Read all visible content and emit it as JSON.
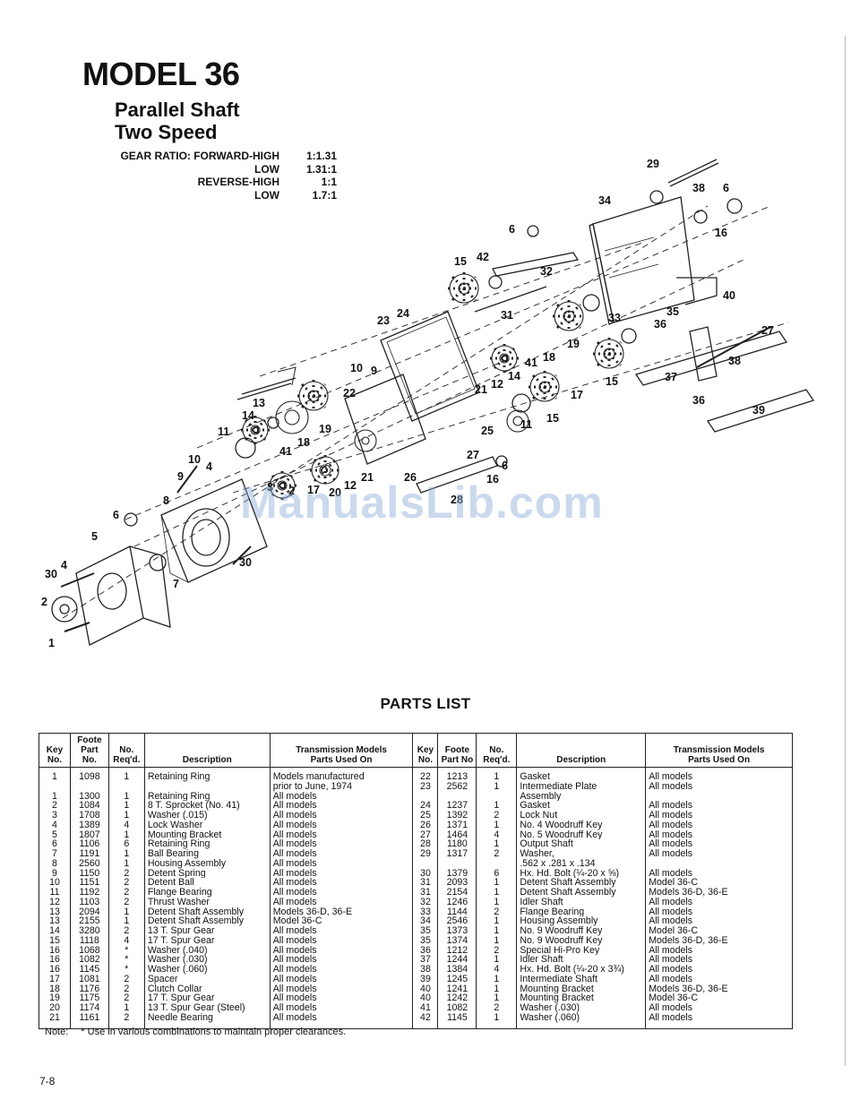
{
  "header": {
    "title": "MODEL 36",
    "subtitle_line1": "Parallel Shaft",
    "subtitle_line2": "Two Speed",
    "gear_ratio": [
      {
        "label": "GEAR RATIO:  FORWARD-HIGH",
        "value": "1:1.31"
      },
      {
        "label": "LOW",
        "value": "1.31:1"
      },
      {
        "label": "REVERSE-HIGH",
        "value": "1:1"
      },
      {
        "label": "LOW",
        "value": "1.7:1"
      }
    ]
  },
  "diagram": {
    "callouts": [
      "29",
      "38",
      "6",
      "34",
      "16",
      "6",
      "15",
      "42",
      "32",
      "40",
      "35",
      "36",
      "27",
      "24",
      "23",
      "31",
      "33",
      "19",
      "18",
      "41",
      "38",
      "10",
      "9",
      "12",
      "14",
      "21",
      "15",
      "37",
      "17",
      "13",
      "22",
      "36",
      "39",
      "11",
      "15",
      "14",
      "18",
      "19",
      "25",
      "11",
      "41",
      "10",
      "4",
      "9",
      "27",
      "6",
      "26",
      "16",
      "8",
      "17",
      "20",
      "12",
      "21",
      "28",
      "6",
      "5",
      "30",
      "4",
      "7",
      "30",
      "2",
      "1",
      "3",
      "2"
    ]
  },
  "watermark": "ManualsLib.com",
  "parts_list": {
    "title": "PARTS LIST",
    "headers": {
      "key": [
        "Key",
        "No."
      ],
      "part": [
        "Foote",
        "Part No."
      ],
      "req": [
        "No.",
        "Req'd."
      ],
      "desc": "Description",
      "models": [
        "Transmission Models",
        "Parts Used On"
      ],
      "key2": [
        "Key",
        "No."
      ],
      "part2": [
        "Foote",
        "Part No"
      ],
      "req2": [
        "No.",
        "Req'd."
      ],
      "desc2": "Description",
      "models2": [
        "Transmission Models",
        "Parts Used On"
      ]
    },
    "left": [
      [
        "1",
        "1098",
        "1",
        "Retaining Ring",
        "Models manufactured"
      ],
      [
        "",
        "",
        "",
        "",
        "prior to June, 1974"
      ],
      [
        "1",
        "1300",
        "1",
        "Retaining Ring",
        "All models"
      ],
      [
        "2",
        "1084",
        "1",
        "8 T. Sprocket (No. 41)",
        "All models"
      ],
      [
        "3",
        "1708",
        "1",
        "Washer (.015)",
        "All models"
      ],
      [
        "4",
        "1389",
        "4",
        "Lock Washer",
        "All models"
      ],
      [
        "5",
        "1807",
        "1",
        "Mounting Bracket",
        "All models"
      ],
      [
        "6",
        "1106",
        "6",
        "Retaining Ring",
        "All models"
      ],
      [
        "7",
        "1191",
        "1",
        "Ball Bearing",
        "All models"
      ],
      [
        "8",
        "2560",
        "1",
        "Housing Assembly",
        "All models"
      ],
      [
        "9",
        "1150",
        "2",
        "Detent Spring",
        "All models"
      ],
      [
        "10",
        "1151",
        "2",
        "Detent Ball",
        "All models"
      ],
      [
        "11",
        "1192",
        "2",
        "Flange Bearing",
        "All models"
      ],
      [
        "12",
        "1103",
        "2",
        "Thrust Washer",
        "All models"
      ],
      [
        "13",
        "2094",
        "1",
        "Detent Shaft Assembly",
        "Models 36-D, 36-E"
      ],
      [
        "13",
        "2155",
        "1",
        "Detent Shaft Assembly",
        "Model 36-C"
      ],
      [
        "14",
        "3280",
        "2",
        "13 T. Spur Gear",
        "All models"
      ],
      [
        "15",
        "1118",
        "4",
        "17 T. Spur Gear",
        "All models"
      ],
      [
        "16",
        "1068",
        "*",
        "Washer (.040)",
        "All models"
      ],
      [
        "16",
        "1082",
        "*",
        "Washer (.030)",
        "All models"
      ],
      [
        "16",
        "1145",
        "*",
        "Washer (.060)",
        "All models"
      ],
      [
        "17",
        "1081",
        "2",
        "Spacer",
        "All models"
      ],
      [
        "18",
        "1176",
        "2",
        "Clutch Collar",
        "All models"
      ],
      [
        "19",
        "1175",
        "2",
        "17 T. Spur Gear",
        "All models"
      ],
      [
        "20",
        "1174",
        "1",
        "13 T. Spur Gear (Steel)",
        "All models"
      ],
      [
        "21",
        "1161",
        "2",
        "Needle Bearing",
        "All models"
      ]
    ],
    "right": [
      [
        "22",
        "1213",
        "1",
        "Gasket",
        "All models"
      ],
      [
        "23",
        "2562",
        "1",
        "Intermediate Plate",
        "All models"
      ],
      [
        "",
        "",
        "",
        "Assembly",
        ""
      ],
      [
        "24",
        "1237",
        "1",
        "Gasket",
        "All models"
      ],
      [
        "25",
        "1392",
        "2",
        "Lock Nut",
        "All models"
      ],
      [
        "26",
        "1371",
        "1",
        "No. 4 Woodruff Key",
        "All models"
      ],
      [
        "27",
        "1464",
        "4",
        "No. 5 Woodruff Key",
        "All models"
      ],
      [
        "28",
        "1180",
        "1",
        "Output Shaft",
        "All models"
      ],
      [
        "29",
        "1317",
        "2",
        "Washer,",
        "All models"
      ],
      [
        "",
        "",
        "",
        ".562 x .281 x .134",
        ""
      ],
      [
        "30",
        "1379",
        "6",
        "Hx. Hd. Bolt (¼-20 x ⅝)",
        "All models"
      ],
      [
        "31",
        "2093",
        "1",
        "Detent Shaft Assembly",
        "Model 36-C"
      ],
      [
        "31",
        "2154",
        "1",
        "Detent Shaft Assembly",
        "Models 36-D, 36-E"
      ],
      [
        "32",
        "1246",
        "1",
        "Idler Shaft",
        "All models"
      ],
      [
        "33",
        "1144",
        "2",
        "Flange Bearing",
        "All models"
      ],
      [
        "34",
        "2546",
        "1",
        "Housing Assembly",
        "All models"
      ],
      [
        "35",
        "1373",
        "1",
        "No. 9 Woodruff Key",
        "Model 36-C"
      ],
      [
        "35",
        "1374",
        "1",
        "No. 9 Woodruff Key",
        "Models 36-D, 36-E"
      ],
      [
        "36",
        "1212",
        "2",
        "Special Hi-Pro Key",
        "All models"
      ],
      [
        "37",
        "1244",
        "1",
        "Idler Shaft",
        "All models"
      ],
      [
        "38",
        "1384",
        "4",
        "Hx. Hd. Bolt (¼-20 x 3¾)",
        "All models"
      ],
      [
        "39",
        "1245",
        "1",
        "Intermediate Shaft",
        "All models"
      ],
      [
        "40",
        "1241",
        "1",
        "Mounting Bracket",
        "Models 36-D, 36-E"
      ],
      [
        "40",
        "1242",
        "1",
        "Mounting Bracket",
        "Model 36-C"
      ],
      [
        "41",
        "1082",
        "2",
        "Washer (.030)",
        "All models"
      ],
      [
        "42",
        "1145",
        "1",
        "Washer (.060)",
        "All models"
      ]
    ]
  },
  "footer": {
    "note_label": "Note:",
    "note_text": "* Use in various combinations to maintain proper clearances.",
    "page_number": "7-8"
  }
}
